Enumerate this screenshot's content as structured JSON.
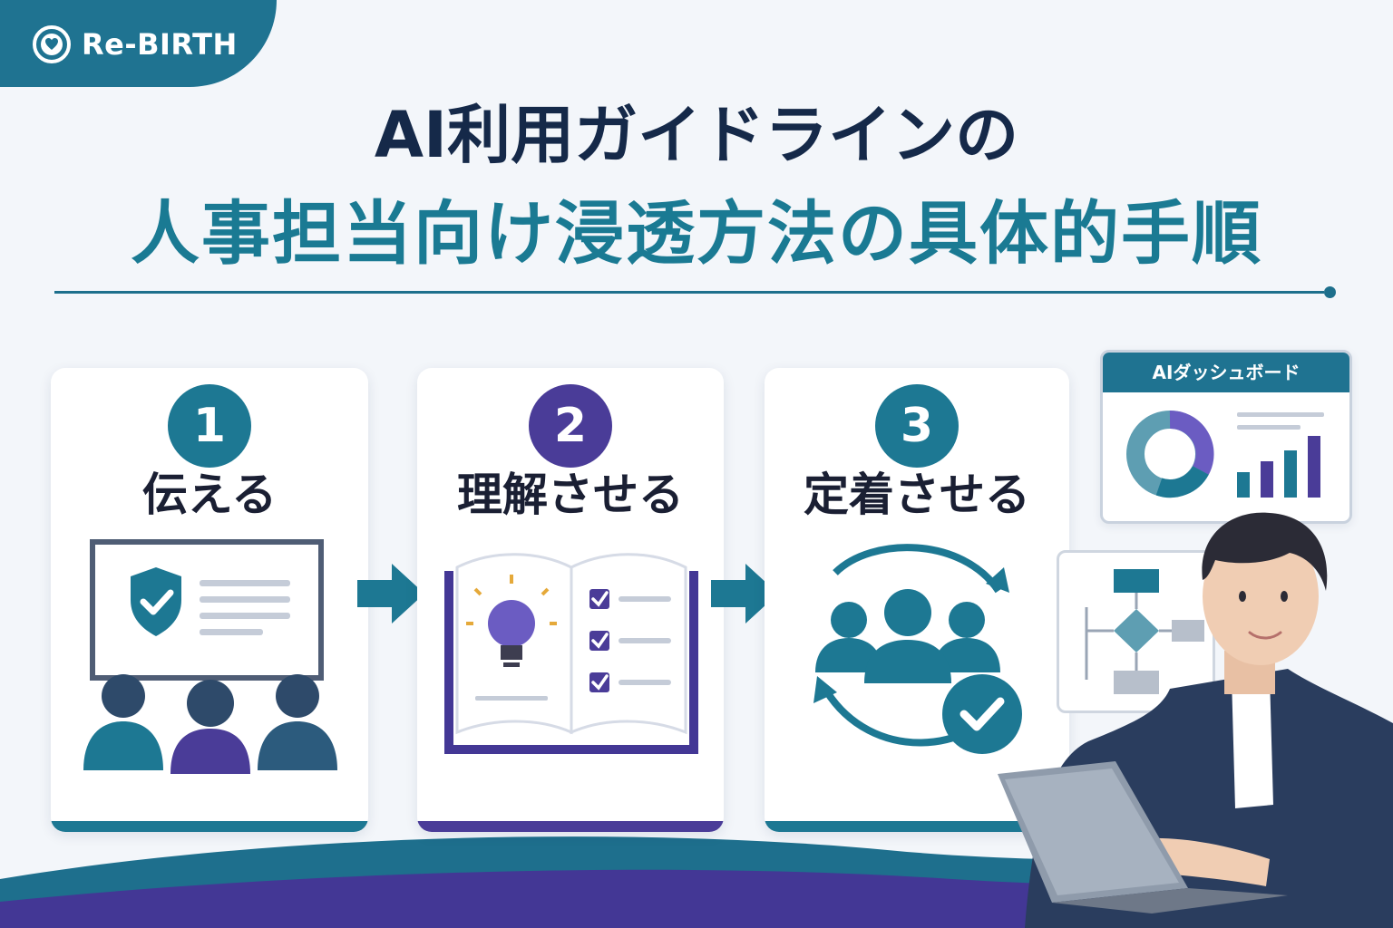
{
  "logo": {
    "text": "Re-BIRTH",
    "icon": "heart-ring-icon"
  },
  "title": {
    "line1": "AI利用ガイドラインの",
    "line2": "人事担当向け浸透方法の具体的手順"
  },
  "steps": [
    {
      "number": "1",
      "label": "伝える",
      "color": "#1d7893",
      "icon": "presentation-shield-icon"
    },
    {
      "number": "2",
      "label": "理解させる",
      "color": "#4a3c98",
      "icon": "open-book-lightbulb-icon"
    },
    {
      "number": "3",
      "label": "定着させる",
      "color": "#1d7893",
      "icon": "team-cycle-check-icon"
    }
  ],
  "dashboard": {
    "title": "AIダッシュボード"
  },
  "colors": {
    "teal": "#1d7893",
    "purple": "#4a3c98",
    "navy": "#152949"
  }
}
